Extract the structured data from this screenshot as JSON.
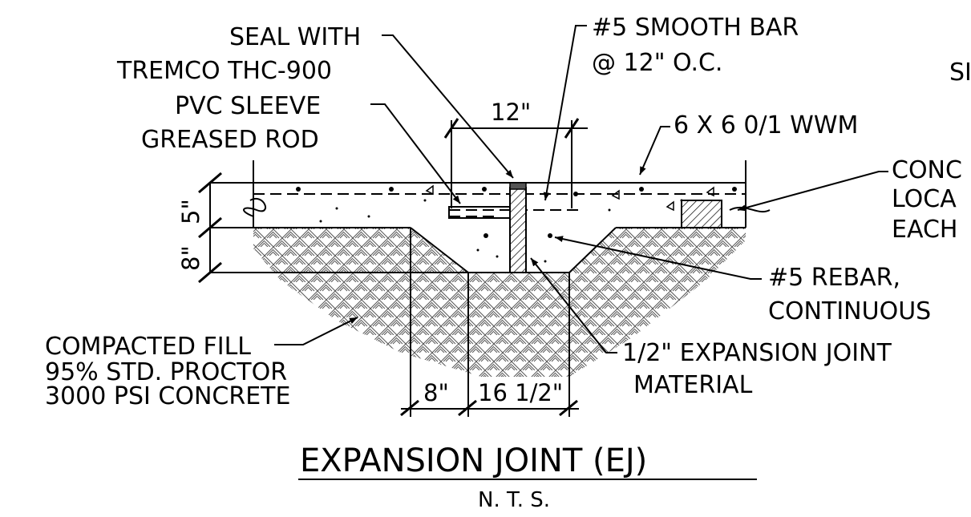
{
  "labels": {
    "seal_line1": "SEAL WITH",
    "seal_line2": "TREMCO THC-900",
    "smooth_bar_line1": "#5 SMOOTH BAR",
    "smooth_bar_line2": "@ 12\" O.C.",
    "pvc_line1": "PVC SLEEVE",
    "pvc_line2": "GREASED ROD",
    "wwm": "6 X 6 0/1 WWM",
    "rebar_line1": "#5 REBAR,",
    "rebar_line2": "CONTINUOUS",
    "fill_line1": "COMPACTED FILL",
    "fill_line2": "95% STD. PROCTOR",
    "fill_line3": "3000 PSI CONCRETE",
    "joint_line1": "1/2\" EXPANSION JOINT",
    "joint_line2": "MATERIAL",
    "edge_s": "SI",
    "edge_conc_line1": "CONC",
    "edge_conc_line2": "LOCA",
    "edge_conc_line3": "EACH"
  },
  "dimensions": {
    "dowel_length": "12\"",
    "slab_thickness": "5\"",
    "thickened_depth": "8\"",
    "left_width": "8\"",
    "right_width": "16 1/2\""
  },
  "title": {
    "main": "EXPANSION JOINT (EJ)",
    "scale": "N. T. S."
  }
}
